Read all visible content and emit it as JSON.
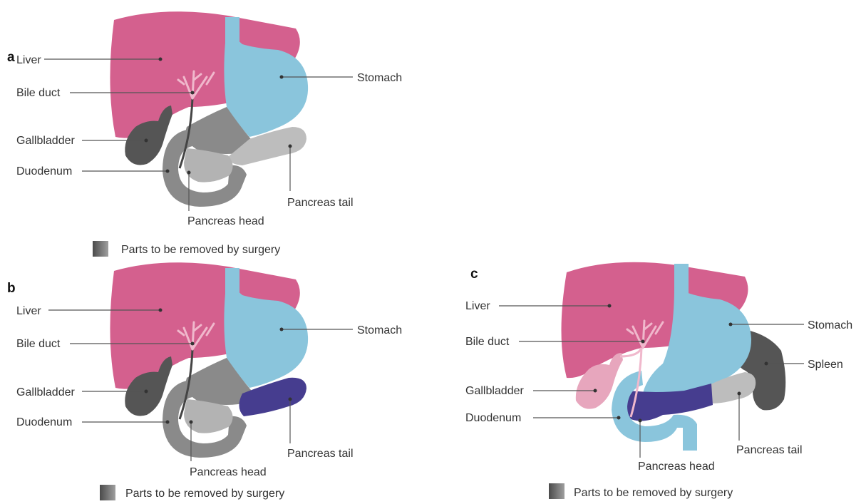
{
  "colors": {
    "liver": "#d4608e",
    "stomach": "#8ac5dc",
    "esophagus": "#8ac5dc",
    "bile_duct_branches": "#f0b8cc",
    "gallbladder_gray": "#555555",
    "gallbladder_pink": "#e7a6bd",
    "duodenum_gray": "#8a8a8a",
    "duodenum_blue": "#8ac5dc",
    "pancreas_head_gray": "#b3b3b3",
    "pancreas_body_gray": "#8a8a8a",
    "pancreas_tail_light": "#bdbdbd",
    "pancreas_removed_purple": "#463d8f",
    "spleen": "#555555",
    "legend_swatch": "#7a7a7a"
  },
  "panels": [
    {
      "letter": "a",
      "labels": {
        "liver": "Liver",
        "bile_duct": "Bile duct",
        "gallbladder": "Gallbladder",
        "duodenum": "Duodenum",
        "stomach": "Stomach",
        "pancreas_tail": "Pancreas tail",
        "pancreas_head": "Pancreas head"
      },
      "legend": "Parts to be removed by surgery"
    },
    {
      "letter": "b",
      "labels": {
        "liver": "Liver",
        "bile_duct": "Bile duct",
        "gallbladder": "Gallbladder",
        "duodenum": "Duodenum",
        "stomach": "Stomach",
        "pancreas_tail": "Pancreas tail",
        "pancreas_head": "Pancreas head"
      },
      "legend": "Parts to be removed by surgery"
    },
    {
      "letter": "c",
      "labels": {
        "liver": "Liver",
        "bile_duct": "Bile duct",
        "gallbladder": "Gallbladder",
        "duodenum": "Duodenum",
        "stomach": "Stomach",
        "spleen": "Spleen",
        "pancreas_tail": "Pancreas tail",
        "pancreas_head": "Pancreas head"
      },
      "legend": "Parts to be removed by surgery"
    }
  ]
}
